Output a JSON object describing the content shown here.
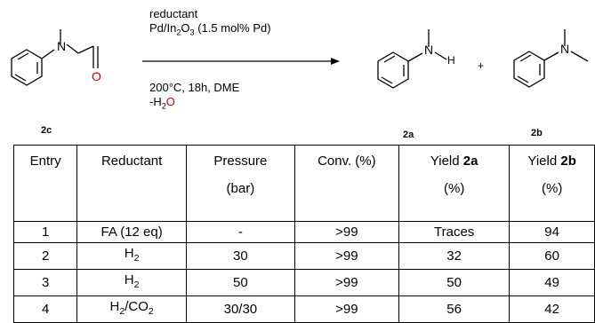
{
  "scheme": {
    "conditions_above": [
      "reductant",
      "Pd/In2O3 (1.5 mol% Pd)"
    ],
    "conditions_below": [
      "200°C, 18h, DME",
      "-H2O"
    ],
    "reactant_label": "2c",
    "product_a_label": "2a",
    "product_b_label": "2b",
    "plus": "+",
    "atoms": {
      "N": "N",
      "O": "O",
      "H": "H"
    },
    "colors": {
      "oxygen": "#d40000"
    }
  },
  "table": {
    "headers": [
      "Entry",
      "Reductant",
      "Pressure (bar)",
      "Conv. (%)",
      "Yield 2a (%)",
      "Yield 2b (%)"
    ],
    "rows": [
      [
        "1",
        "FA (12 eq)",
        "-",
        ">99",
        "Traces",
        "94"
      ],
      [
        "2",
        "H2",
        "30",
        ">99",
        "32",
        "60"
      ],
      [
        "3",
        "H2",
        "50",
        ">99",
        "50",
        "49"
      ],
      [
        "4",
        "H2/CO2",
        "30/30",
        ">99",
        "56",
        "42"
      ]
    ]
  }
}
